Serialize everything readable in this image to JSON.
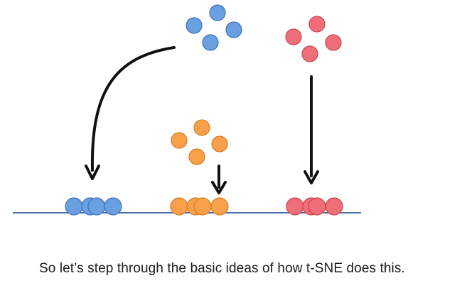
{
  "caption": "So let’s step through the basic ideas of how t-SNE does this.",
  "colors": {
    "blue_fill": "#6a9fe0",
    "blue_stroke": "#3f72bf",
    "red_fill": "#ef6f78",
    "red_stroke": "#c8454e",
    "orange_fill": "#f8a04a",
    "orange_stroke": "#d97d24",
    "axis_line": "#4a6fa8",
    "arrow": "#111111",
    "text": "#1a1a1a"
  },
  "groups": [
    {
      "name": "blue",
      "points_2d": 4,
      "points_1d": 4,
      "arrow_style": "curved"
    },
    {
      "name": "orange",
      "points_2d": 4,
      "points_1d": 4,
      "arrow_style": "straight"
    },
    {
      "name": "red",
      "points_2d": 4,
      "points_1d": 4,
      "arrow_style": "straight"
    }
  ]
}
